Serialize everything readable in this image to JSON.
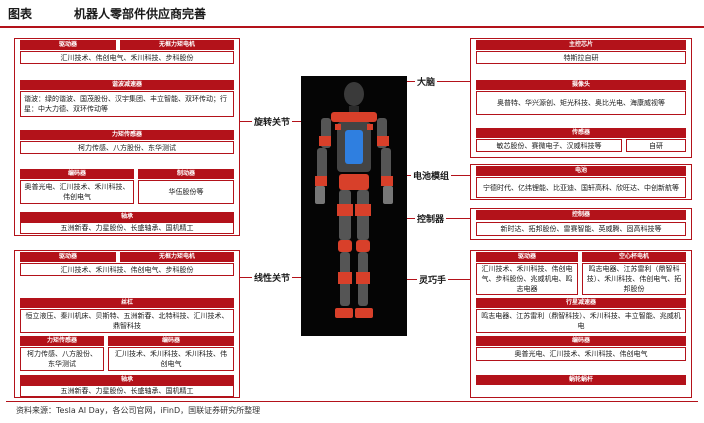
{
  "title": {
    "label": "图表",
    "text": "机器人零部件供应商完善"
  },
  "left": {
    "rotary": {
      "category": "旋转关节",
      "drive_hdr": "驱动器",
      "motor_hdr": "无框力矩电机",
      "drive_motor_text": "汇川技术、伟创电气、禾川科技、步科股份",
      "harmonic_hdr": "谐波减速器",
      "harmonic_text": "谐波：绿的谐波、国茂股份、汉宇集团、丰立智能、双环传动；行星：中大力德、双环传动等",
      "torque_hdr": "力矩传感器",
      "torque_text": "柯力传感、八方股份、东华测试",
      "encoder_hdr": "编码器",
      "brake_hdr": "制动器",
      "encoder_text": "奥普光电、汇川技术、禾川科技、伟创电气",
      "brake_text": "华伍股份等",
      "bearing_hdr": "轴承",
      "bearing_text": "五洲新春、力星股份、长盛轴承、国机精工"
    },
    "linear": {
      "category": "线性关节",
      "drive_hdr": "驱动器",
      "motor_hdr": "无框力矩电机",
      "drive_motor_text": "汇川技术、禾川科技、伟创电气、步科股份",
      "screw_hdr": "丝杠",
      "screw_text": "恒立液压、秦川机床、贝斯特、五洲新春、北特科技、汇川技术、鼎智科技",
      "force_hdr": "力矩传感器",
      "encoder_hdr": "编码器",
      "force_text": "柯力传感、八方股份、东华测试",
      "encoder_text": "汇川技术、禾川科技、禾川科技、伟创电气",
      "bearing_hdr": "轴承",
      "bearing_text": "五洲新春、力星股份、长盛轴承、国机精工"
    }
  },
  "right": {
    "brain": {
      "category": "大脑",
      "chip_hdr": "主控芯片",
      "chip_text": "特斯拉自研",
      "camera_hdr": "摄像头",
      "camera_text": "奥普特、华兴源创、矩光科技、奥比光电、海康威视等",
      "sensor_hdr": "传感器",
      "sensor_text": "敏芯股份、赛微电子、汉威科技等",
      "self_text": "自研"
    },
    "battery": {
      "category": "电池模组",
      "hdr": "电池",
      "text": "宁德时代、亿纬锂能、比亚迪、国轩高科、欣旺达、中创新航等"
    },
    "controller": {
      "category": "控制器",
      "hdr": "控制器",
      "text": "新时达、拓邦股份、雷赛智能、英威腾、固高科技等"
    },
    "hand": {
      "category": "灵巧手",
      "drive_hdr": "驱动器",
      "cup_hdr": "空心杯电机",
      "drive_text": "汇川技术、禾川科技、伟创电气、步科股份、兆威机电、鸣志电器",
      "cup_text": "鸣志电器、江苏雷利（鼎智科技）、禾川科技、伟创电气、拓邦股份",
      "planet_hdr": "行星减速器",
      "planet_text": "鸣志电器、江苏雷利（鼎智科技）、禾川科技、丰立智能、兆威机电",
      "enc_hdr": "编码器",
      "enc_text": "奥普光电、汇川技术、禾川科技、伟创电气",
      "worm_hdr": "蜗轮蜗杆"
    }
  },
  "footer": "资料来源：Tesla AI Day，各公司官网，iFinD，国联证券研究所整理",
  "colors": {
    "accent": "#b3121a",
    "robot_red": "#d8402a",
    "robot_blue": "#2f7fe0"
  }
}
